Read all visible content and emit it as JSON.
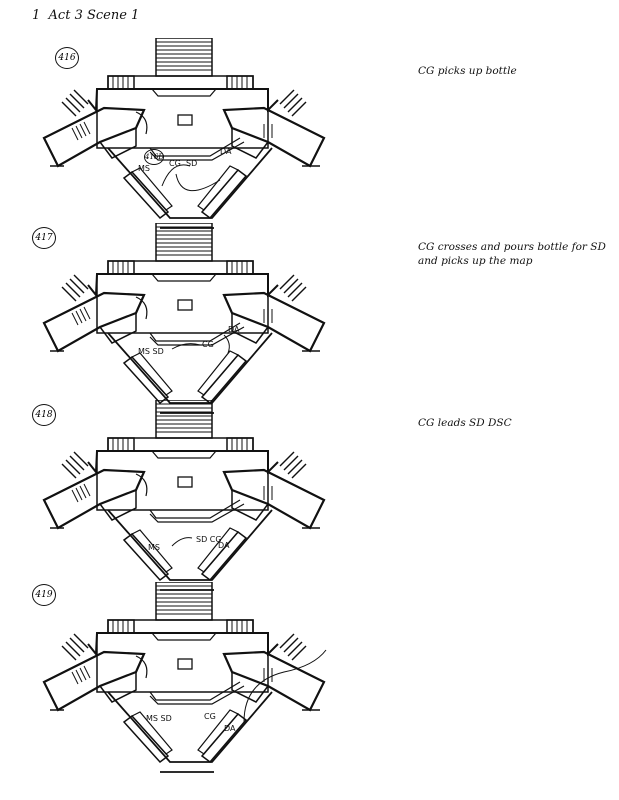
{
  "title": "Act 3 Scene 1",
  "title_mark": "1",
  "panels": [
    {
      "number": "416",
      "note": "CG picks up bottle",
      "sub_number": "416D",
      "labels": {
        "ms": "MS",
        "cg": "CG",
        "sd": "SD",
        "da": "DA"
      }
    },
    {
      "number": "417",
      "note": "CG crosses and pours bottle for SD and picks up the map",
      "labels": {
        "ms_sd": "MS SD",
        "cg": "CG",
        "da": "DA"
      }
    },
    {
      "number": "418",
      "note": "CG leads SD DSC",
      "labels": {
        "ms": "MS",
        "sd_cg": "SD CG",
        "da": "DA"
      }
    },
    {
      "number": "419",
      "labels": {
        "ms_sd": "MS SD",
        "cg": "CG",
        "da": "DA"
      }
    }
  ]
}
